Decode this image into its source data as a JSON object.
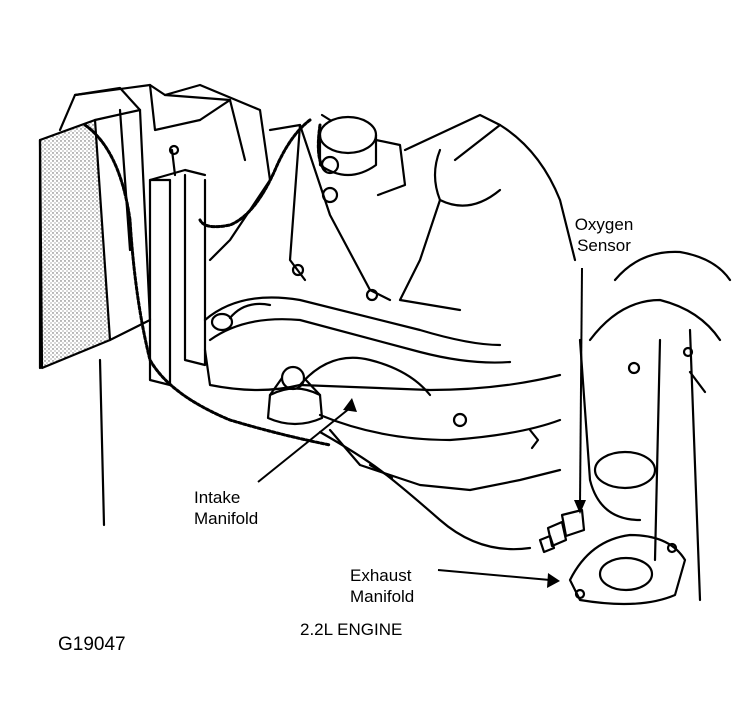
{
  "labels": {
    "oxygen_sensor_line1": "Oxygen",
    "oxygen_sensor_line2": "Sensor",
    "intake_manifold_line1": "Intake",
    "intake_manifold_line2": "Manifold",
    "exhaust_manifold_line1": "Exhaust",
    "exhaust_manifold_line2": "Manifold",
    "engine_caption": "2.2L ENGINE",
    "figure_id": "G19047"
  },
  "colors": {
    "ink": "#000000",
    "paper": "#ffffff",
    "stipple": "#b8b8b8"
  }
}
